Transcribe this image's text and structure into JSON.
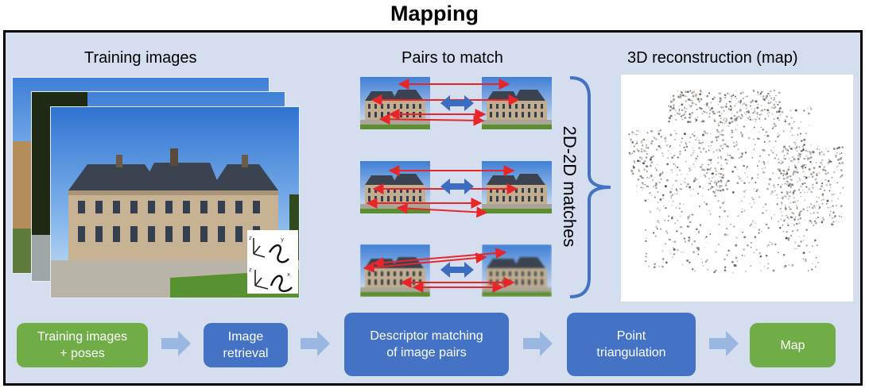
{
  "title": "Mapping",
  "sections": {
    "training_images": "Training images",
    "pairs_to_match": "Pairs to match",
    "reconstruction": "3D reconstruction (map)",
    "matches_label": "2D-2D matches"
  },
  "pose_axes": {
    "z1": "z",
    "y1": "y",
    "z2": "z",
    "x2": "x"
  },
  "pipeline": [
    {
      "label": "Training images\n+ poses",
      "color": "#71ad47"
    },
    {
      "label": "Image\nretrieval",
      "color": "#4472c4"
    },
    {
      "label": "Descriptor matching\nof image pairs",
      "color": "#4472c4"
    },
    {
      "label": "Point\ntriangulation",
      "color": "#4472c4"
    },
    {
      "label": "Map",
      "color": "#71ad47"
    }
  ],
  "colors": {
    "frame_bg": "#d5deef",
    "match_line": "#e8262a",
    "arrow": "#3b6cc0",
    "flow_arrow": "#9ab7e2",
    "bracket": "#4472c4"
  }
}
